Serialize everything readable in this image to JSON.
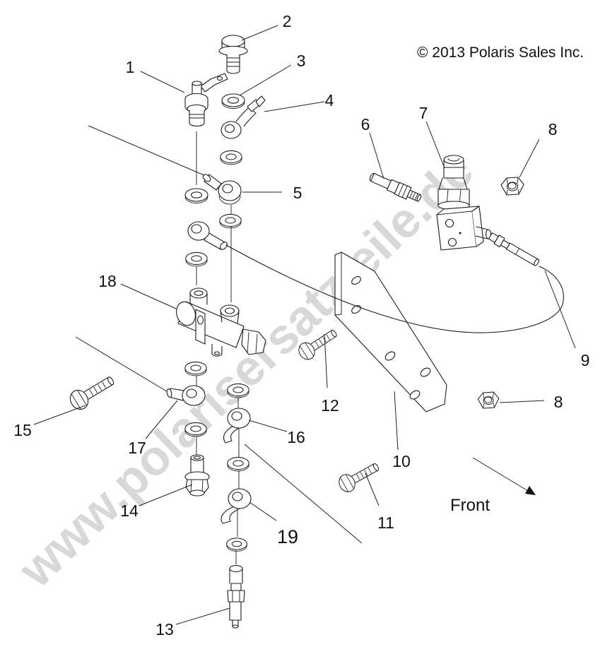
{
  "page": {
    "copyright": "© 2013 Polaris Sales Inc.",
    "watermark": "www.polarisersatzteile.de",
    "front_label": "Front"
  },
  "callouts": [
    {
      "label": "1"
    },
    {
      "label": "2"
    },
    {
      "label": "3"
    },
    {
      "label": "4"
    },
    {
      "label": "5"
    },
    {
      "label": "6"
    },
    {
      "label": "7"
    },
    {
      "label": "8"
    },
    {
      "label": "8"
    },
    {
      "label": "9"
    },
    {
      "label": "10"
    },
    {
      "label": "11"
    },
    {
      "label": "12"
    },
    {
      "label": "13"
    },
    {
      "label": "14"
    },
    {
      "label": "15"
    },
    {
      "label": "16"
    },
    {
      "label": "17"
    },
    {
      "label": "18"
    },
    {
      "label": "19"
    }
  ]
}
